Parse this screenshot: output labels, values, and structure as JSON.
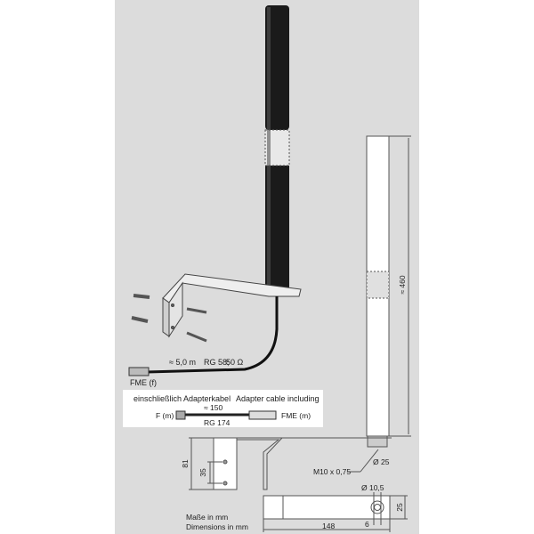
{
  "cable": {
    "length": "≈ 5,0 m",
    "type": "RG 58;",
    "impedance": "50 Ω",
    "connector": "FME (f)"
  },
  "adapter": {
    "title_de": "einschließlich Adapterkabel",
    "title_en": "Adapter cable including",
    "left_connector": "F (m)",
    "right_connector": "FME (m)",
    "length": "≈ 150",
    "type": "RG 174"
  },
  "dimensions": {
    "height": "≈ 460",
    "thread": "M10 x 0,75",
    "diameter": "Ø 25",
    "hole": "Ø 10,5",
    "bracket_height": "81",
    "hole_spacing": "35",
    "bracket_length": "148",
    "offset": "6",
    "bracket_width": "25"
  },
  "units": {
    "de": "Maße in mm",
    "en": "Dimensions in mm"
  },
  "colors": {
    "panel": "#dcdcdc",
    "rod": "#1a1a1a"
  }
}
